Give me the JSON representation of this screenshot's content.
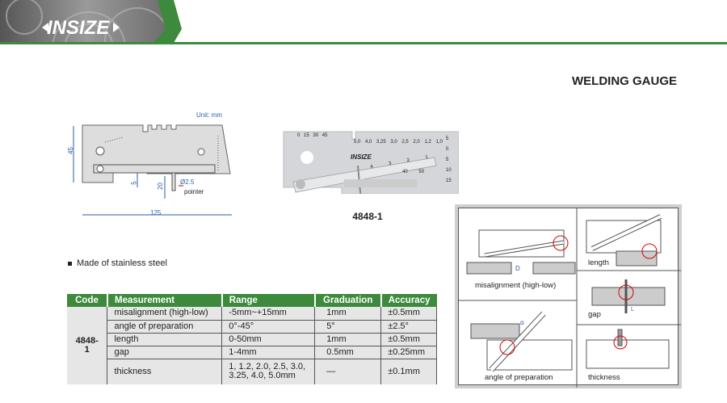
{
  "header": {
    "logo": "INSIZE",
    "brand_color": "#3d8a3c"
  },
  "title": "WELDING GAUGE",
  "drawing": {
    "unit": "Unit: mm",
    "dims": {
      "height": "45",
      "width": "125",
      "offset": "5",
      "pointer_length": "20",
      "diameter": "Ø2.5"
    },
    "pointer_label": "pointer"
  },
  "photo": {
    "code": "4848-1",
    "thickness_scale": [
      "5,0",
      "4,0",
      "3,25",
      "3,0",
      "2,5",
      "2,0",
      "1,2",
      "1,0"
    ],
    "angle_scale": [
      "0",
      "15",
      "30",
      "45"
    ],
    "side_scale": [
      "5",
      "0",
      "5",
      "10",
      "15"
    ],
    "length_scale": [
      "40",
      "50"
    ],
    "gap_scale": [
      "1",
      "2",
      "3",
      "4"
    ],
    "logo": "INSIZE"
  },
  "feature": "Made of stainless steel",
  "table": {
    "headers": [
      "Code",
      "Measurement",
      "Range",
      "Graduation",
      "Accuracy"
    ],
    "code": "4848-1",
    "rows": [
      {
        "measurement": "misalignment (high-low)",
        "range": "-5mm~+15mm",
        "graduation": "1mm",
        "accuracy": "±0.5mm"
      },
      {
        "measurement": "angle of preparation",
        "range": "0°-45°",
        "graduation": "5°",
        "accuracy": "±2.5°"
      },
      {
        "measurement": "length",
        "range": "0-50mm",
        "graduation": "1mm",
        "accuracy": "±0.5mm"
      },
      {
        "measurement": "gap",
        "range": "1-4mm",
        "graduation": "0.5mm",
        "accuracy": "±0.25mm"
      },
      {
        "measurement": "thickness",
        "range": "1, 1.2, 2.0, 2.5, 3.0, 3.25, 4.0, 5.0mm",
        "graduation": "—",
        "accuracy": "±0.1mm"
      }
    ]
  },
  "usage": {
    "misalignment": "misalignment (high-low)",
    "misalignment_symbol": "D",
    "length": "length",
    "gap": "gap",
    "gap_symbol": "L",
    "angle": "angle of preparation",
    "angle_symbol": "α",
    "thickness": "thickness"
  }
}
